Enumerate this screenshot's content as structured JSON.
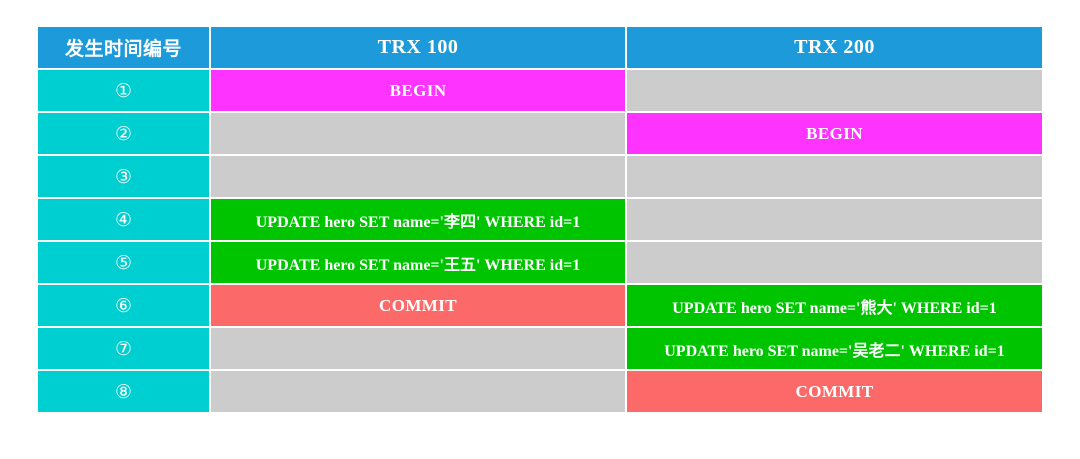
{
  "table": {
    "headers": [
      {
        "label": "发生时间编号",
        "name": "header-sequence"
      },
      {
        "label": "TRX 100",
        "name": "header-trx-100"
      },
      {
        "label": "TRX 200",
        "name": "header-trx-200"
      }
    ],
    "rows": [
      {
        "seq": "①",
        "trx100": {
          "text": "BEGIN",
          "kind": "begin"
        },
        "trx200": {
          "text": "",
          "kind": "empty"
        }
      },
      {
        "seq": "②",
        "trx100": {
          "text": "",
          "kind": "empty"
        },
        "trx200": {
          "text": "BEGIN",
          "kind": "begin"
        }
      },
      {
        "seq": "③",
        "trx100": {
          "text": "",
          "kind": "empty"
        },
        "trx200": {
          "text": "",
          "kind": "empty"
        }
      },
      {
        "seq": "④",
        "trx100": {
          "text": "UPDATE hero SET name='李四' WHERE id=1",
          "kind": "update"
        },
        "trx200": {
          "text": "",
          "kind": "empty"
        }
      },
      {
        "seq": "⑤",
        "trx100": {
          "text": "UPDATE hero SET name='王五' WHERE id=1",
          "kind": "update"
        },
        "trx200": {
          "text": "",
          "kind": "empty"
        }
      },
      {
        "seq": "⑥",
        "trx100": {
          "text": "COMMIT",
          "kind": "commit"
        },
        "trx200": {
          "text": "UPDATE hero SET name='熊大' WHERE id=1",
          "kind": "update"
        }
      },
      {
        "seq": "⑦",
        "trx100": {
          "text": "",
          "kind": "empty"
        },
        "trx200": {
          "text": "UPDATE hero SET name='吴老二' WHERE id=1",
          "kind": "update"
        }
      },
      {
        "seq": "⑧",
        "trx100": {
          "text": "",
          "kind": "empty"
        },
        "trx200": {
          "text": "COMMIT",
          "kind": "commit"
        }
      }
    ]
  },
  "colors": {
    "header_blue": "#1C9AD9",
    "sequence_cyan": "#00CFD1",
    "empty_gray": "#CCCCCC",
    "begin_magenta": "#FF33FF",
    "update_green": "#00C400",
    "commit_salmon": "#FB6A68",
    "page_background": "#FFFFFF",
    "cell_text": "#FFFFFF"
  }
}
